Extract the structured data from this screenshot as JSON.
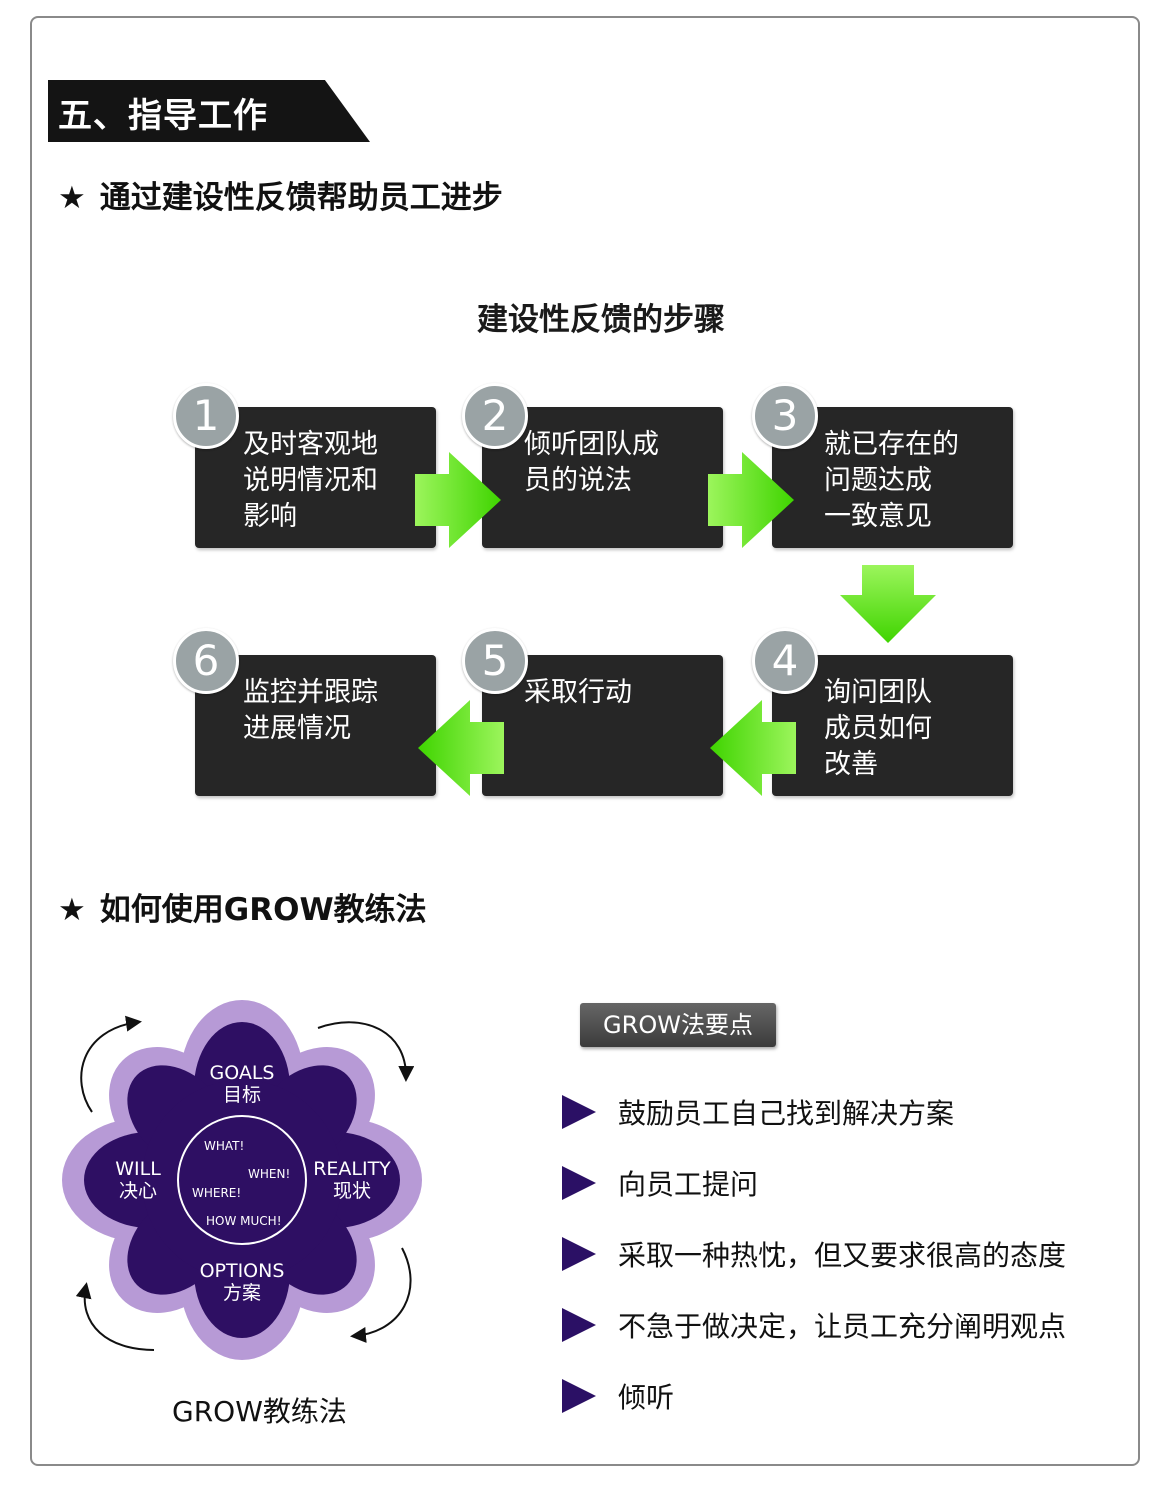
{
  "section": {
    "title": "五、指导工作"
  },
  "feedback": {
    "heading": "通过建设性反馈帮助员工进步",
    "star": "★",
    "chart_title": "建设性反馈的步骤",
    "steps": [
      {
        "num": "1",
        "text": "及时客观地\n说明情况和\n影响"
      },
      {
        "num": "2",
        "text": "倾听团队成\n员的说法"
      },
      {
        "num": "3",
        "text": "就已存在的\n问题达成\n一致意见"
      },
      {
        "num": "4",
        "text": "询问团队\n成员如何\n改善"
      },
      {
        "num": "5",
        "text": "采取行动"
      },
      {
        "num": "6",
        "text": "监控并跟踪\n进展情况"
      }
    ],
    "arrow_color": "#66e61a"
  },
  "grow": {
    "heading": "如何使用GROW教练法",
    "star": "★",
    "flower": {
      "goals": "GOALS",
      "goals_cn": "目标",
      "reality": "REALITY",
      "reality_cn": "现状",
      "options": "OPTIONS",
      "options_cn": "方案",
      "will": "WILL",
      "will_cn": "决心",
      "questions": [
        "WHAT!",
        "WHEN!",
        "WHERE!",
        "HOW MUCH!"
      ],
      "outer_color": "#b79ad6",
      "inner_color": "#2e0f63"
    },
    "caption": "GROW教练法",
    "points_title": "GROW法要点",
    "points": [
      "鼓励员工自己找到解决方案",
      "向员工提问",
      "采取一种热忱，但又要求很高的态度",
      "不急于做决定，让员工充分阐明观点",
      "倾听"
    ]
  }
}
